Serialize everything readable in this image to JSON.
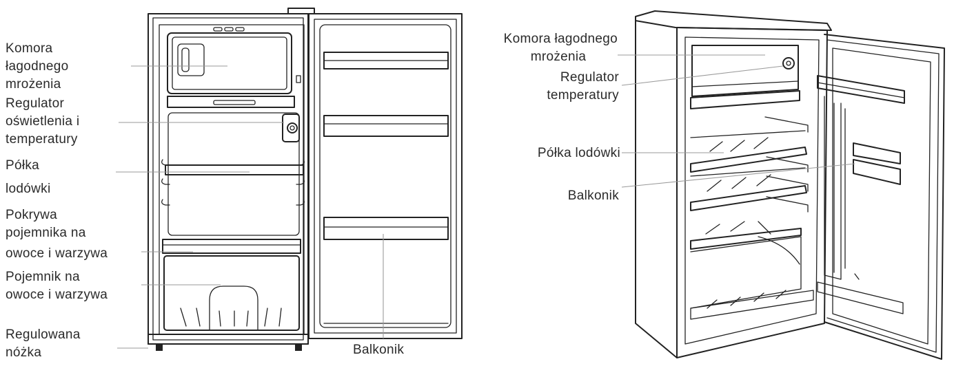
{
  "front_view": {
    "labels": [
      {
        "id": "komora",
        "lines": [
          "Komora",
          "łagodnego",
          "mrożenia"
        ]
      },
      {
        "id": "regulator",
        "lines": [
          "Regulator",
          "oświetlenia i",
          "temperatury"
        ]
      },
      {
        "id": "polka",
        "lines": [
          "Półka",
          "lodówki"
        ]
      },
      {
        "id": "pokrywa",
        "lines": [
          "Pokrywa",
          "pojemnika na",
          "owoce i warzywa"
        ]
      },
      {
        "id": "pojemnik",
        "lines": [
          "Pojemnik na",
          "owoce i warzywa"
        ]
      },
      {
        "id": "nozka",
        "lines": [
          "Regulowana",
          "nóżka"
        ]
      },
      {
        "id": "balkonik",
        "lines": [
          "Balkonik"
        ]
      }
    ]
  },
  "side_view": {
    "labels": [
      {
        "id": "komora",
        "lines": [
          "Komora łagodnego",
          "mrożenia"
        ]
      },
      {
        "id": "regulator",
        "lines": [
          "Regulator",
          "temperatury"
        ]
      },
      {
        "id": "polka",
        "lines": [
          "Półka lodówki"
        ]
      },
      {
        "id": "balkonik",
        "lines": [
          "Balkonik"
        ]
      }
    ]
  }
}
